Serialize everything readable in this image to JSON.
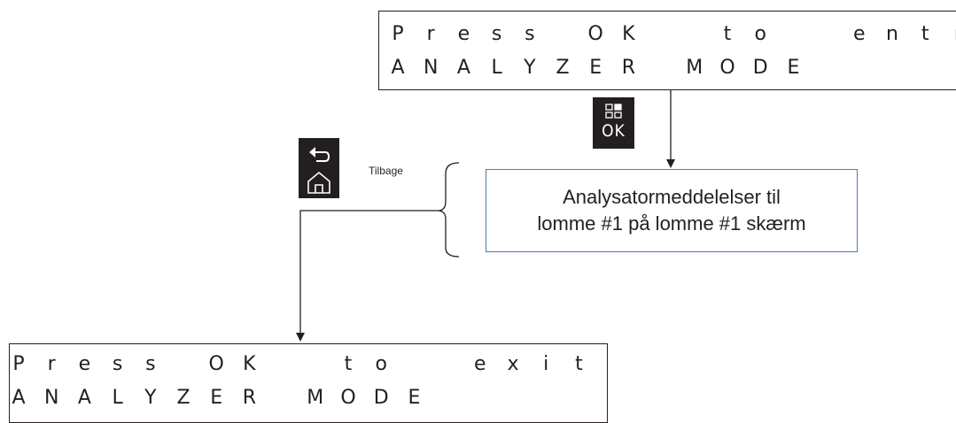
{
  "top_display": {
    "line1": [
      "P",
      "r",
      "e",
      "s",
      "s",
      "",
      "O",
      "K",
      "",
      "",
      "t",
      "o",
      "",
      "",
      "e",
      "n",
      "t",
      "r"
    ],
    "line2": [
      "A",
      "N",
      "A",
      "L",
      "Y",
      "Z",
      "E",
      "R",
      "",
      "M",
      "O",
      "D",
      "E"
    ]
  },
  "ok_key": {
    "label": "OK",
    "icon": "grid-menu-icon"
  },
  "back_key": {
    "icons": [
      "back-arrow-icon",
      "home-icon"
    ]
  },
  "back_label": "Tilbage",
  "callout": {
    "line1": "Analysatormeddelelser til",
    "line2": "lomme #1 på lomme #1 skærm",
    "border_color": "#4f79b5"
  },
  "bottom_display": {
    "line1": [
      "P",
      "r",
      "e",
      "s",
      "s",
      "",
      "O",
      "K",
      "",
      "",
      "t",
      "o",
      "",
      "",
      "e",
      "x",
      "i",
      "t"
    ],
    "line2": [
      "A",
      "N",
      "A",
      "L",
      "Y",
      "Z",
      "E",
      "R",
      "",
      "M",
      "O",
      "D",
      "E"
    ]
  },
  "colors": {
    "ink": "#231f20",
    "callout_border": "#4f79b5"
  }
}
